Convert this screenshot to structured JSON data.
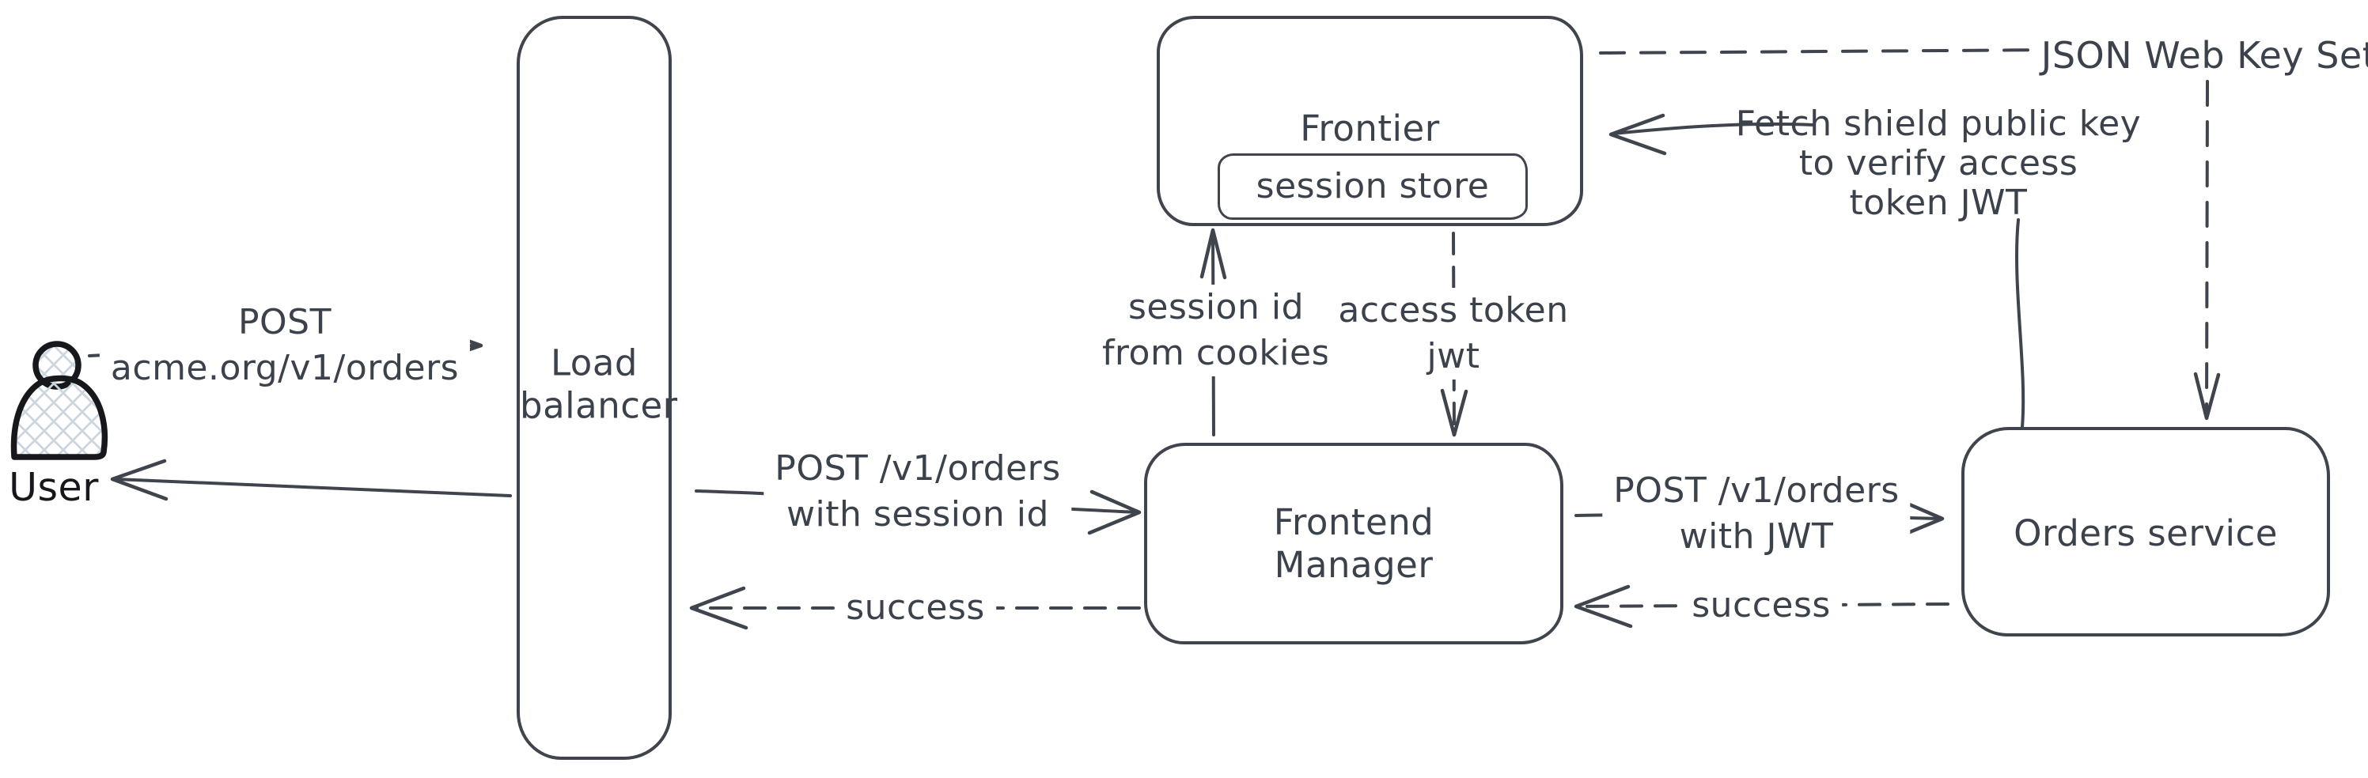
{
  "colors": {
    "stroke": "#3f444d",
    "text": "#3c424b",
    "user_stroke": "#16181c",
    "user_hatch": "#ccd6de",
    "background": "#ffffff"
  },
  "nodes": {
    "user": {
      "label": "User"
    },
    "load_balancer": {
      "line1": "Load",
      "line2": "balancer"
    },
    "frontier": {
      "label": "Frontier",
      "session_store_label": "session store"
    },
    "frontend_manager": {
      "line1": "Frontend",
      "line2": "Manager"
    },
    "orders_service": {
      "label": "Orders service"
    }
  },
  "edges": {
    "user_to_lb": {
      "line1": "POST",
      "line2": "acme.org/v1/orders"
    },
    "lb_to_fm": {
      "line1": "POST /v1/orders",
      "line2": "with session id"
    },
    "fm_to_lb_success": {
      "label": "success"
    },
    "fm_to_orders": {
      "line1": "POST /v1/orders",
      "line2": "with JWT"
    },
    "orders_to_fm_success": {
      "label": "success"
    },
    "fm_to_session_store": {
      "line1": "session id",
      "line2": "from cookies"
    },
    "frontier_to_fm": {
      "line1": "access token",
      "line2": "jwt"
    },
    "frontier_jwks": {
      "label": "JSON Web Key Set"
    },
    "orders_fetch_key": {
      "line1": "Fetch shield public key",
      "line2": "to verify access",
      "line3": "token JWT"
    }
  }
}
